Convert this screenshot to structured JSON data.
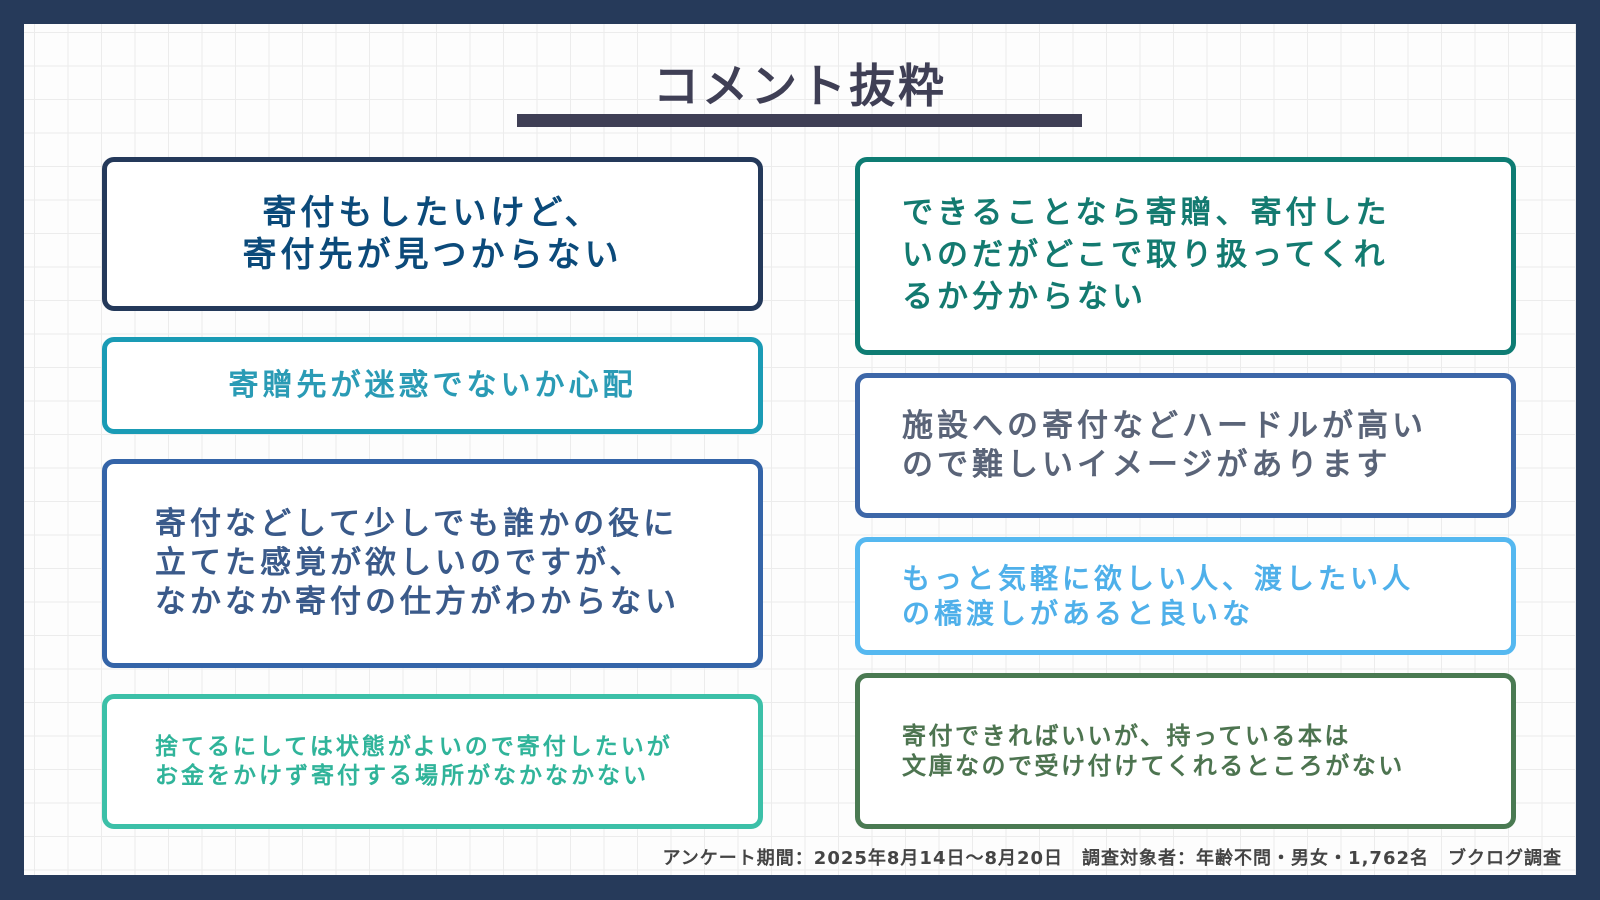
{
  "title": "コメント抜粋",
  "comments": [
    {
      "text": "寄付もしたいけど、\n寄付先が見つからない",
      "color": "#24395a"
    },
    {
      "text": "寄贈先が迷惑でないか心配",
      "color": "#1a9bb5"
    },
    {
      "text": "寄付などして少しでも誰かの役に\n立てた感覚が欲しいのですが、\nなかなか寄付の仕方がわからない",
      "color": "#3464a8"
    },
    {
      "text": "捨てるにしては状態がよいので寄付したいが\nお金をかけず寄付する場所がなかなかない",
      "color": "#3cc0a8"
    },
    {
      "text": "できることなら寄贈、寄付した\nいのだがどこで取り扱ってくれ\nるか分からない",
      "color": "#0e7c73"
    },
    {
      "text": "施設への寄付などハードルが高い\nので難しいイメージがあります",
      "color": "#3d67a8"
    },
    {
      "text": "もっと気軽に欲しい人、渡したい人\nの橋渡しがあると良いな",
      "color": "#55b8f0"
    },
    {
      "text": "寄付できればいいが、持っている本は\n文庫なので受け付けてくれるところがない",
      "color": "#4a7a52"
    }
  ],
  "footer": "アンケート期間：2025年8月14日～8月20日　調査対象者：年齢不問・男女・1,762名　ブクログ調査"
}
